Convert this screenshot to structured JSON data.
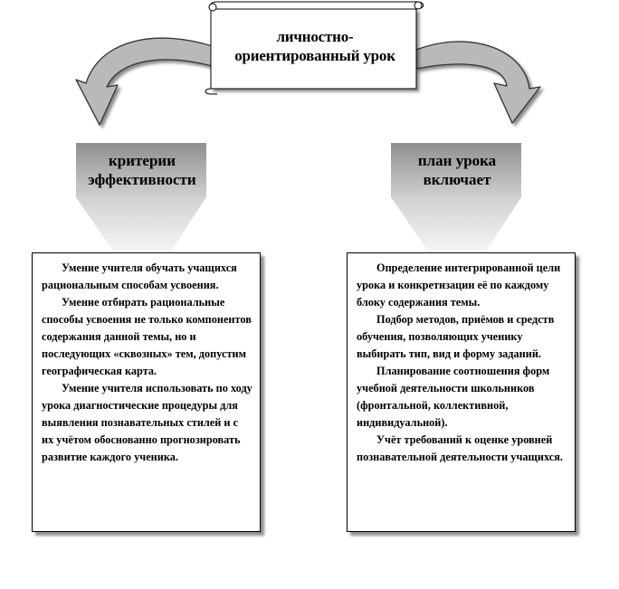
{
  "diagram": {
    "title": "личностно-ориентированный урок",
    "left_branch": {
      "heading": "критерии эффективности",
      "paragraphs": [
        "Умение учителя обучать учащихся рациональным способам усвоения.",
        "Умение отбирать рациональные способы усвоения не только компонентов содержания данной темы, но и последующих «сквозных» тем, допустим географическая карта.",
        "Умение учителя использовать по ходу урока диагностические процедуры для выявления познавательных стилей и с их учётом обоснованно прогнозировать развитие каждого ученика."
      ]
    },
    "right_branch": {
      "heading": "план урока включает",
      "paragraphs": [
        "Определение интегрированной цели урока и конкретизации её по каждому блоку содержания темы.",
        "Подбор методов, приёмов и средств обучения, позволяющих ученику выбирать тип, вид и форму заданий.",
        "Планирование соотношения форм учебной деятельности школьников (фронтальной, коллективной, индивидуальной).",
        "Учёт требований к оценке уровней познавательной деятельности учащихся."
      ]
    },
    "colors": {
      "arrow_fill": "#b9b9b9",
      "arrow_outline": "#333333",
      "funnel_top": "#8f8f8f",
      "funnel_bottom": "#f2f2f2",
      "card_border": "#000000"
    },
    "icons": [
      "scroll-banner",
      "curved-arrow-left",
      "curved-arrow-right",
      "funnel-left",
      "funnel-right"
    ]
  }
}
